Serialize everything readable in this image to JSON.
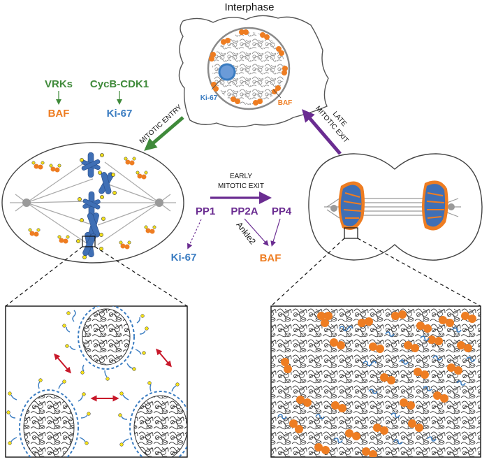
{
  "labels": {
    "interphase": "Interphase",
    "ki67_inset": "Ki-67",
    "baf_inset": "BAF",
    "vrks": "VRKs",
    "cycb_cdk1": "CycB-CDK1",
    "baf_left": "BAF",
    "ki67_left": "Ki-67",
    "mitotic_entry": "MITOTIC ENTRY",
    "late_line1": "LATE",
    "late_line2": "MITOTIC EXIT",
    "early_line1": "EARLY",
    "early_line2": "MITOTIC EXIT",
    "pp1": "PP1",
    "pp2a": "PP2A",
    "pp4": "PP4",
    "ankle2": "Ankle2",
    "ki67_mid": "Ki-67",
    "baf_mid": "BAF"
  },
  "colors": {
    "baf_orange": "#ee7d22",
    "ki67_blue": "#3a7cc1",
    "green": "#3f8a3a",
    "purple": "#6a2c91",
    "chromatin": "#3b3b3b",
    "yellow": "#f2e01b",
    "red_arrow": "#c8182a",
    "chromosome_blue": "#3f6fb5"
  }
}
